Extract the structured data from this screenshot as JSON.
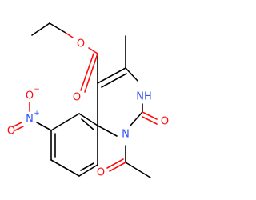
{
  "atoms": {
    "ester_o_single": {
      "text": "O",
      "color": "#ff0d0d"
    },
    "ester_o_double": {
      "text": "O",
      "color": "#ff0d0d"
    },
    "nh": {
      "text": "NH",
      "color": "#3050f8"
    },
    "ring_n": {
      "text": "N",
      "color": "#3050f8"
    },
    "urea_o": {
      "text": "O",
      "color": "#ff0d0d"
    },
    "acetyl_o": {
      "text": "O",
      "color": "#ff0d0d"
    },
    "nitro_n": {
      "text": "N",
      "color": "#3050f8"
    },
    "nitro_n_charge": {
      "text": "+",
      "color": "#3050f8"
    },
    "nitro_o_minus": {
      "text": "O",
      "color": "#ff0d0d"
    },
    "nitro_o_minus_charge": {
      "text": "−",
      "color": "#ff0d0d"
    },
    "nitro_o_double": {
      "text": "O",
      "color": "#ff0d0d"
    }
  },
  "colors": {
    "bond": "#000000",
    "oxygen": "#ff0d0d",
    "nitrogen": "#3050f8"
  }
}
